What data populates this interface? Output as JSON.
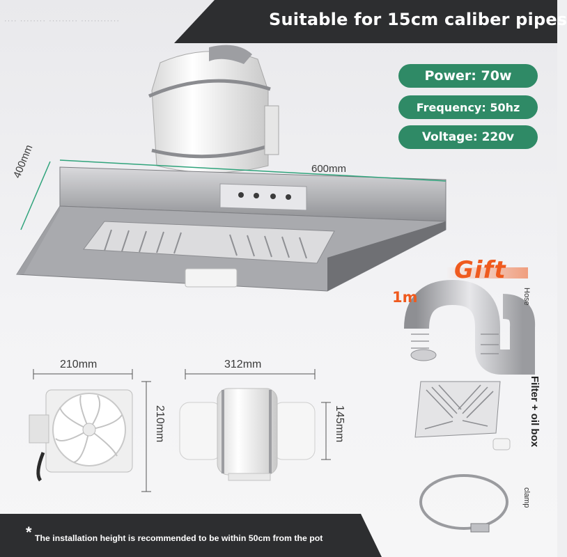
{
  "banner": {
    "title": "Suitable for 15cm caliber pipes",
    "faint_text": "···· ········ ········· ············"
  },
  "specs": {
    "power": "Power: 70w",
    "frequency": "Frequency: 50hz",
    "voltage": "Voltage: 220v"
  },
  "hood_dimensions": {
    "width": "600mm",
    "depth": "400mm"
  },
  "fan_dimensions": {
    "front_width": "210mm",
    "front_height": "210mm",
    "side_length": "312mm",
    "side_height": "145mm"
  },
  "gift": {
    "tag": "Gift",
    "hose_length": "1m",
    "items": [
      {
        "label": "Hose"
      },
      {
        "label": "Filter + oil box"
      },
      {
        "label": "clamp"
      }
    ]
  },
  "footer": {
    "star": "*",
    "note": "The installation height is recommended to be within 50cm from the pot"
  },
  "colors": {
    "spec_pill": "#2f8a66",
    "banner": "#2d2e30",
    "gift_accent": "#ef5a1e"
  }
}
